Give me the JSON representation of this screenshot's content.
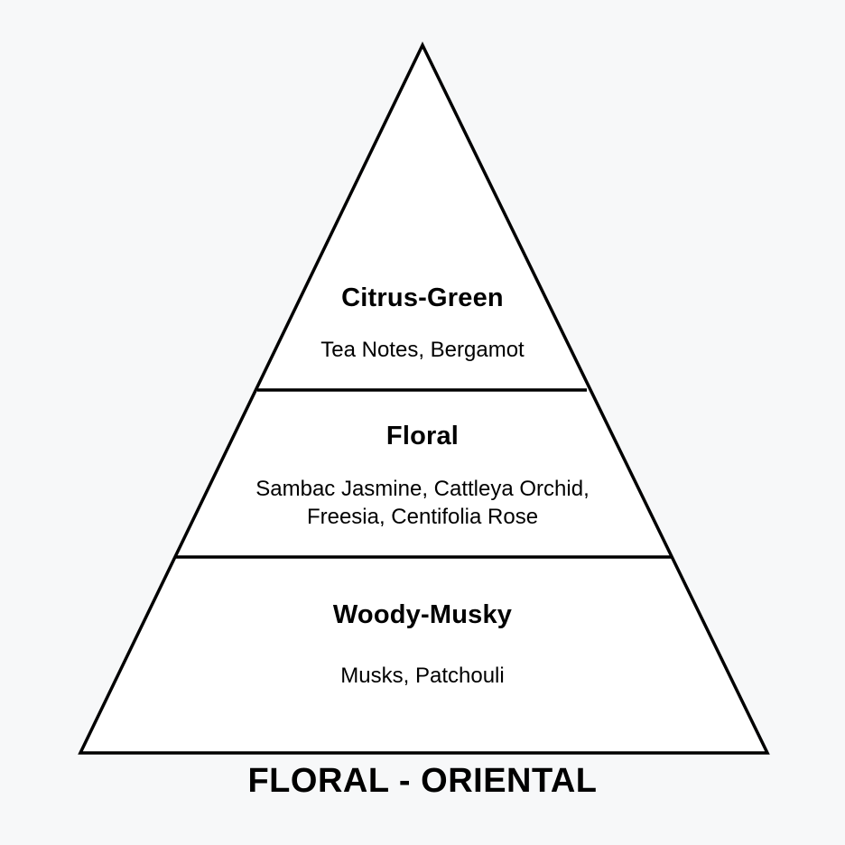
{
  "pyramid": {
    "tiers": [
      {
        "title": "Citrus-Green",
        "notes": "Tea Notes, Bergamot"
      },
      {
        "title": "Floral",
        "notes": "Sambac Jasmine, Cattleya Orchid,\nFreesia, Centifolia Rose"
      },
      {
        "title": "Woody-Musky",
        "notes": "Musks, Patchouli"
      }
    ]
  },
  "fragrance_family": "FLORAL - ORIENTAL"
}
